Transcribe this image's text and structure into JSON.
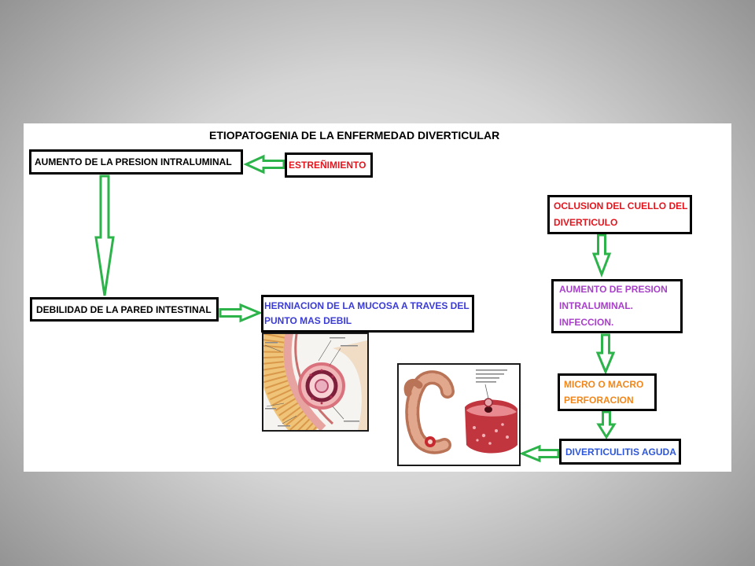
{
  "slide": {
    "title": "ETIOPATOGENIA DE LA ENFERMEDAD DIVERTICULAR"
  },
  "nodes": {
    "aumento_presion": {
      "text": "AUMENTO DE LA PRESION INTRALUMINAL",
      "color": "#000000"
    },
    "estrenimiento": {
      "text": "ESTREÑIMIENTO",
      "color": "#e3161e"
    },
    "debilidad_pared": {
      "text": "DEBILIDAD DE LA PARED INTESTINAL",
      "color": "#000000"
    },
    "herniacion": {
      "lines": [
        "HERNIACION DE LA MUCOSA A TRAVES DEL",
        "PUNTO MAS DEBIL"
      ],
      "color": "#3b3bd6"
    },
    "oclusion": {
      "lines": [
        "OCLUSION DEL CUELLO DEL",
        "DIVERTICULO"
      ],
      "color": "#e3161e"
    },
    "aumento_presion_infeccion": {
      "lines": [
        "AUMENTO DE PRESION",
        "INTRALUMINAL.",
        "INFECCION."
      ],
      "color": "#a83fca"
    },
    "perforacion": {
      "lines": [
        "MICRO O MACRO",
        "PERFORACION"
      ],
      "color": "#f0871c"
    },
    "diverticulitis": {
      "text": "DIVERTICULITIS AGUDA",
      "color": "#2d57d8"
    }
  },
  "colors": {
    "arrow": "#2cb34a",
    "box_border": "#000000",
    "panel": "#ffffff"
  },
  "illustrations": {
    "hernia": "intestinal-wall-hernia-icon",
    "perforation": "perforated-diverticulum-icon"
  }
}
